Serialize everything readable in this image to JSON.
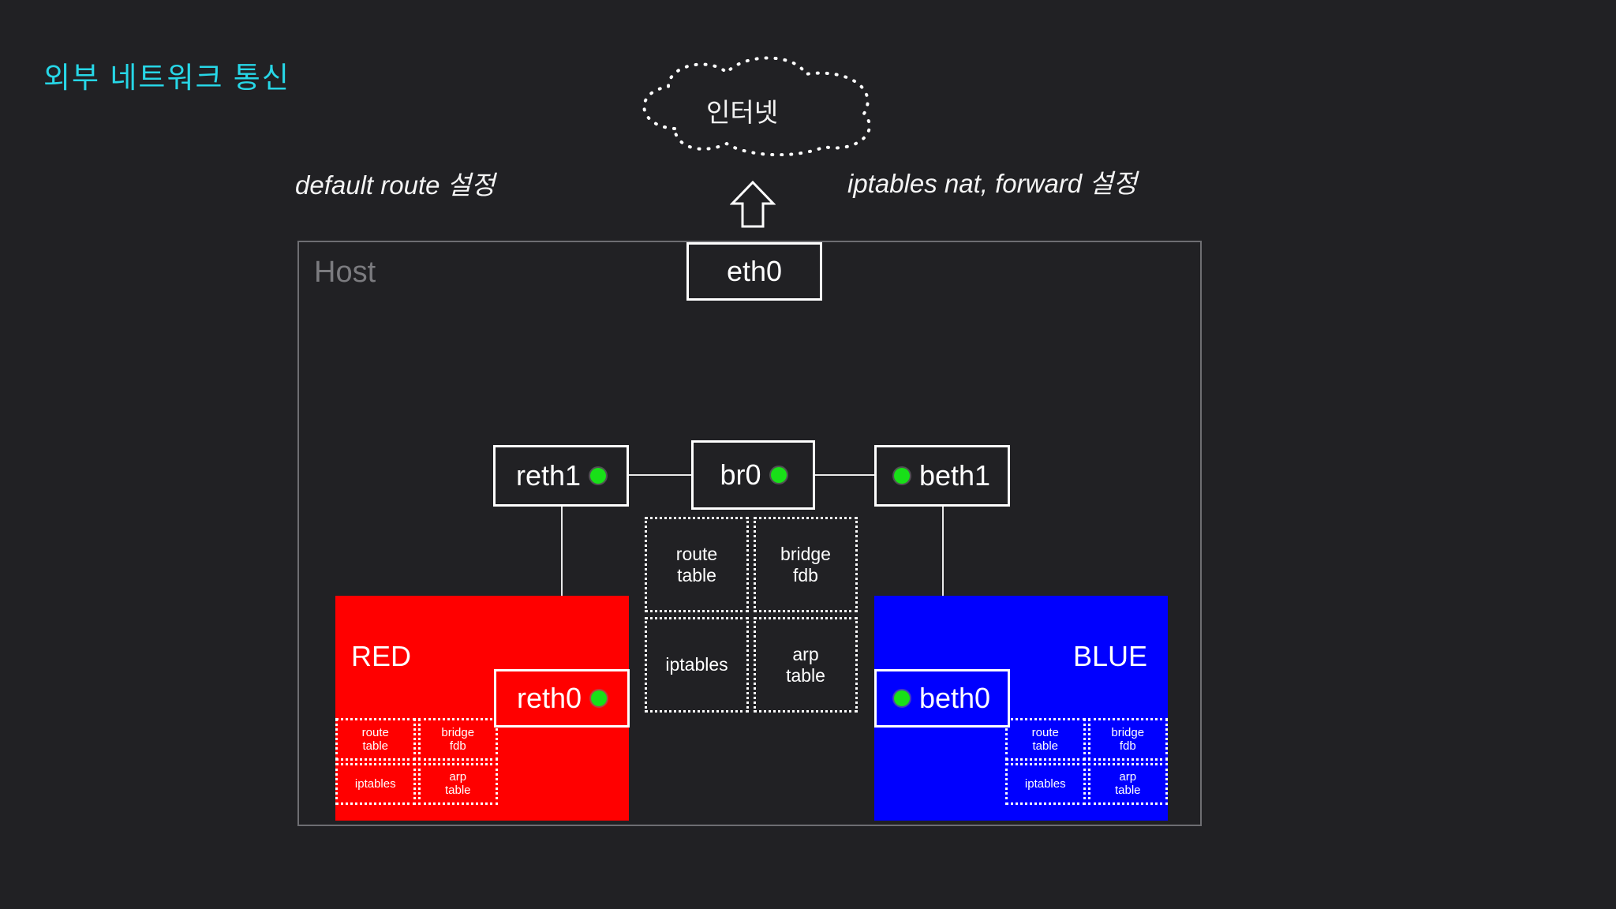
{
  "title": "외부 네트워크 통신",
  "accent_color": "#27d7e7",
  "cloud": {
    "label": "인터넷",
    "icon": "cloud-dotted-icon"
  },
  "notes": {
    "left": "default route 설정",
    "right": "iptables nat, forward 설정"
  },
  "arrow": {
    "icon": "arrow-up-outline-icon"
  },
  "host": {
    "label": "Host",
    "border_color": "#6e6e72",
    "devices": {
      "eth0": {
        "label": "eth0",
        "has_dot": false
      },
      "reth1": {
        "label": "reth1",
        "has_dot": true,
        "dot_side": "right"
      },
      "br0": {
        "label": "br0",
        "has_dot": true,
        "dot_side": "right"
      },
      "beth1": {
        "label": "beth1",
        "has_dot": true,
        "dot_side": "left"
      }
    },
    "tables": [
      {
        "line1": "route",
        "line2": "table"
      },
      {
        "line1": "bridge",
        "line2": "fdb"
      },
      {
        "line1": "iptables",
        "line2": ""
      },
      {
        "line1": "arp",
        "line2": "table"
      }
    ]
  },
  "namespaces": [
    {
      "name": "RED",
      "color": "#ff0000",
      "device": {
        "label": "reth0",
        "has_dot": true,
        "dot_side": "right"
      },
      "tables": [
        {
          "line1": "route",
          "line2": "table"
        },
        {
          "line1": "bridge",
          "line2": "fdb"
        },
        {
          "line1": "iptables",
          "line2": ""
        },
        {
          "line1": "arp",
          "line2": "table"
        }
      ]
    },
    {
      "name": "BLUE",
      "color": "#0000ff",
      "device": {
        "label": "beth0",
        "has_dot": true,
        "dot_side": "left"
      },
      "tables": [
        {
          "line1": "route",
          "line2": "table"
        },
        {
          "line1": "bridge",
          "line2": "fdb"
        },
        {
          "line1": "iptables",
          "line2": ""
        },
        {
          "line1": "arp",
          "line2": "table"
        }
      ]
    }
  ],
  "dot_color": "#18e018",
  "link_color": "#e9e9e9"
}
